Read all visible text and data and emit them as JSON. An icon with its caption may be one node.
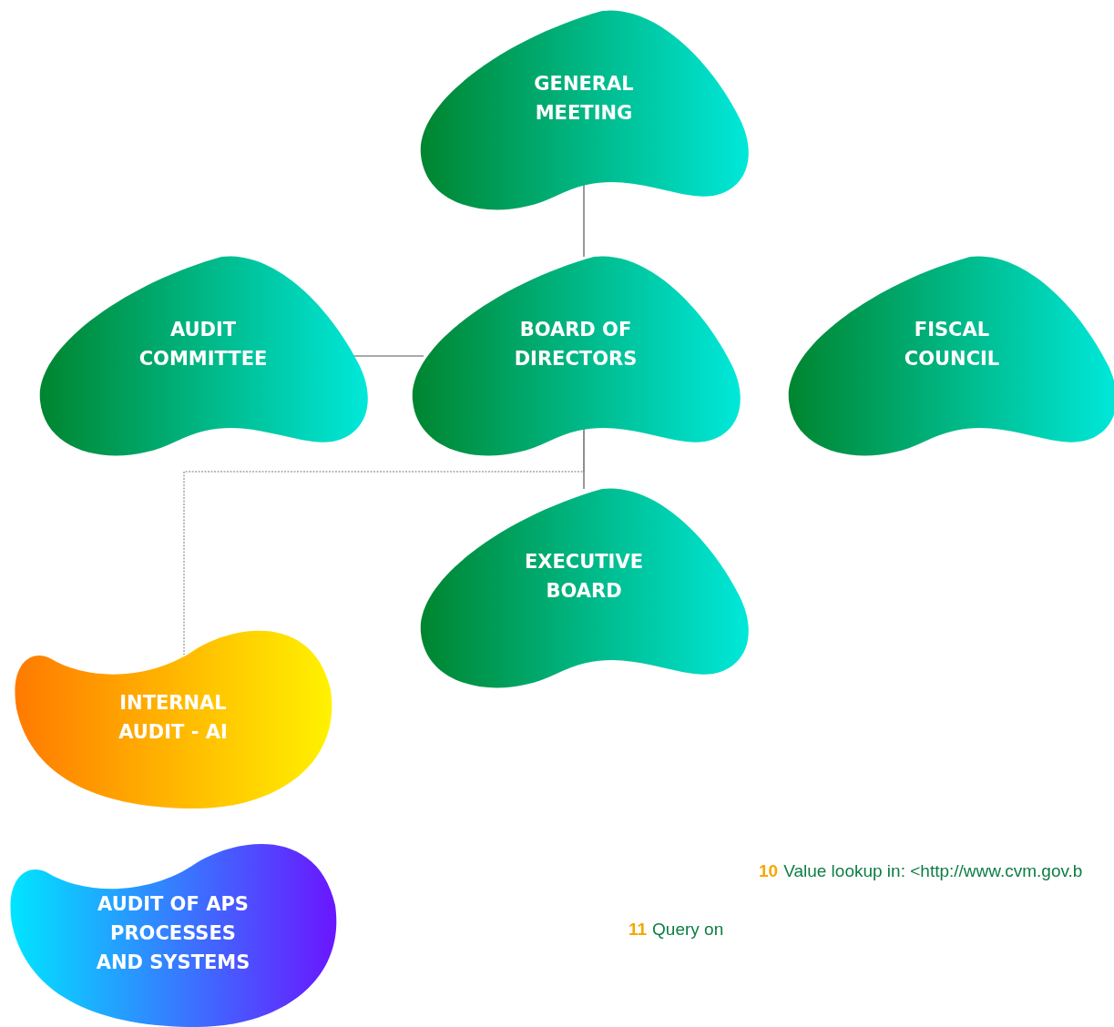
{
  "diagram": {
    "nodes": [
      {
        "text": [
          "GENERAL MEETING"
        ]
      },
      {
        "text": [
          "AUDIT COMMITTEE"
        ]
      },
      {
        "text": [
          "BOARD OF DIRECTORS"
        ]
      },
      {
        "text": [
          "FISCAL COUNCIL"
        ]
      },
      {
        "text": [
          "EXECUTIVE BOARD"
        ]
      },
      {
        "text": [
          "INTERNAL AUDIT - AI"
        ]
      },
      {
        "text": [
          "AUDIT OF APS PROCESSES AND SYSTEMS"
        ]
      }
    ],
    "edges": [
      {
        "from": 0,
        "to": 2,
        "arrow": "none"
      },
      {
        "from": 1,
        "to": 2,
        "arrow": "none"
      },
      {
        "from": 2,
        "to": 4,
        "arrow": "none"
      },
      {
        "from": 2,
        "to": 5,
        "arrow": "none",
        "style": "dashed"
      }
    ],
    "labels": [
      "10",
      "Value lookup in: <http://www.cvm.gov.b",
      "11",
      "Query on"
    ]
  }
}
